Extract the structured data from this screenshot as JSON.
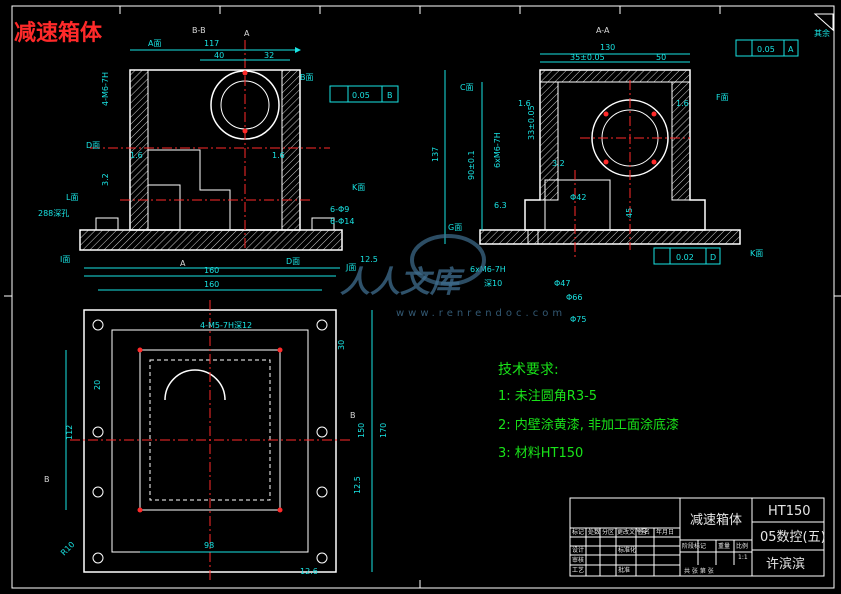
{
  "header": {
    "title": "减速箱体"
  },
  "views": {
    "front_label": "B-B",
    "section_label": "A-A",
    "cut_A": "A",
    "cut_B": "B"
  },
  "front_dims": {
    "d117": "117",
    "d40": "40",
    "d32": "32",
    "face_A": "A面",
    "face_B": "B面",
    "face_C": "C面",
    "face_D": "D面",
    "face_D2": "D面",
    "face_J": "J面",
    "face_K": "K面",
    "face_L": "L面",
    "face_I": "I面",
    "holes": "4-M6-7H",
    "hole_depth": "288深孔",
    "r16a": "1.6",
    "r16b": "1.6",
    "r32": "3.2",
    "r125": "12.5",
    "phi_a": "6-Φ9",
    "phi_b": "6-Φ14",
    "tol_ref": "0.05",
    "tol_box": "B"
  },
  "section_dims": {
    "d130": "130",
    "d35": "35±0.05",
    "d50": "50",
    "d33": "33±0.05",
    "d90": "90±0.1",
    "d137": "137",
    "d63": "6.3",
    "d16a": "1.6",
    "d16b": "1.6",
    "d32": "3.2",
    "d42": "Φ42",
    "d45": "45",
    "d47": "Φ47",
    "d66": "Φ66",
    "d75": "Φ75",
    "thread": "6xM6-7H",
    "depth": "深10",
    "g_face": "G面",
    "c_face": "C面",
    "k_face": "K面",
    "f_face": "F面",
    "tol1": "0.05",
    "tol1_ref": "A",
    "tol2": "0.02",
    "tol2_ref": "D",
    "note_all": "其余"
  },
  "plan_dims": {
    "d160": "160",
    "d130b": "160",
    "d20": "20",
    "d112": "112",
    "d30": "30",
    "d150": "150",
    "d170": "170",
    "d98": "98",
    "d125": "12.5",
    "r10": "R10",
    "d126": "12.6",
    "holes": "4-M5-7H深12",
    "b_left": "B",
    "b_mid": "B"
  },
  "tech": {
    "heading": "技术要求:",
    "items": [
      "1: 未注圆角R3-5",
      "2: 内壁涂黄漆, 非加工面涂底漆",
      "3: 材料HT150"
    ]
  },
  "title_block": {
    "part_name": "减速箱体",
    "material": "HT150",
    "school": "05数控(五)",
    "designer": "许滨滨",
    "scale": "1:1",
    "small_1": "标记",
    "small_2": "处数",
    "small_3": "分区",
    "small_4": "更改文件号",
    "small_5": "签名",
    "small_6": "年月日",
    "small_7": "设计",
    "small_8": "标准化",
    "small_9": "审核",
    "small_10": "工艺",
    "small_11": "批准",
    "small_12": "阶段标记",
    "small_13": "重量",
    "small_14": "比例",
    "small_15": "共 张 第 张"
  },
  "watermark": {
    "text": "人人文库",
    "url": "www.renrendoc.com"
  },
  "colors": {
    "background": "#000000",
    "outline": "#ffffff",
    "dimension": "#19e3e3",
    "hatch": "#d8d8d8",
    "centerline": "#ff2a2a",
    "text_green": "#19e319",
    "title_red": "#ff2a2a"
  }
}
